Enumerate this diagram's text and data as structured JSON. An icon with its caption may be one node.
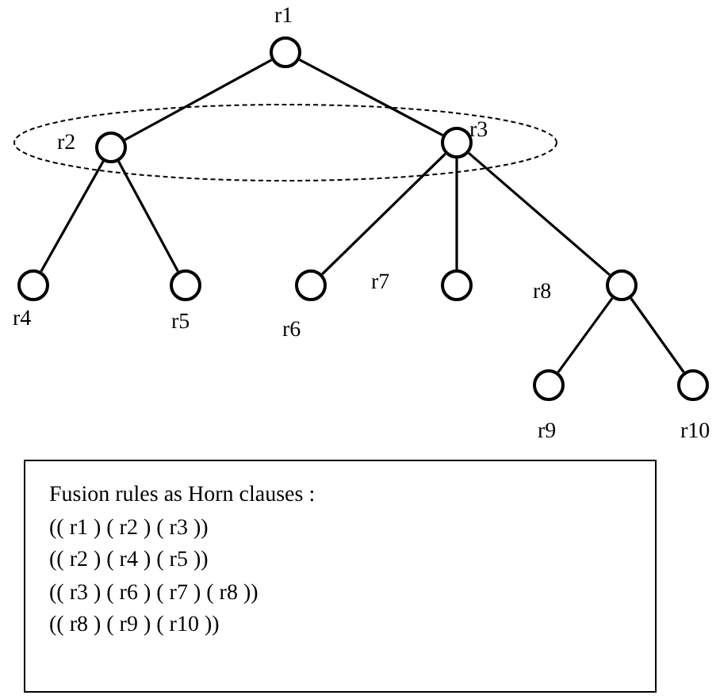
{
  "diagram": {
    "nodes": [
      {
        "text": [],
        "shape": "circle",
        "beside": [
          "r1"
        ]
      },
      {
        "text": [],
        "shape": "circle",
        "beside": [
          "r2"
        ]
      },
      {
        "text": [],
        "shape": "circle",
        "beside": [
          "r3"
        ]
      },
      {
        "text": [],
        "shape": "circle",
        "beside": [
          "r4"
        ]
      },
      {
        "text": [],
        "shape": "circle",
        "beside": [
          "r5"
        ]
      },
      {
        "text": [],
        "shape": "circle",
        "beside": [
          "r6"
        ]
      },
      {
        "text": [],
        "shape": "circle",
        "beside": [
          "r7"
        ]
      },
      {
        "text": [],
        "shape": "circle",
        "beside": [
          "r8"
        ]
      },
      {
        "text": [],
        "shape": "circle",
        "beside": [
          "r9"
        ]
      },
      {
        "text": [],
        "shape": "circle",
        "beside": [
          "r10"
        ]
      },
      {
        "text": [
          "Fusion rules as Horn clauses :",
          "(( r1 ) ( r2 ) ( r3 ))",
          "(( r2 ) ( r4 ) ( r5 ))",
          "(( r3 ) ( r6 ) ( r7 ) ( r8 ))",
          "(( r8 ) ( r9 ) ( r10 ))"
        ]
      }
    ],
    "edges": [
      {
        "from": 0,
        "to": 1,
        "arrow": "none"
      },
      {
        "from": 0,
        "to": 2,
        "arrow": "none"
      },
      {
        "from": 1,
        "to": 3,
        "arrow": "none"
      },
      {
        "from": 1,
        "to": 4,
        "arrow": "none"
      },
      {
        "from": 2,
        "to": 5,
        "arrow": "none"
      },
      {
        "from": 2,
        "to": 6,
        "arrow": "none"
      },
      {
        "from": 2,
        "to": 7,
        "arrow": "none"
      },
      {
        "from": 7,
        "to": 8,
        "arrow": "none"
      },
      {
        "from": 7,
        "to": 9,
        "arrow": "none"
      }
    ]
  }
}
